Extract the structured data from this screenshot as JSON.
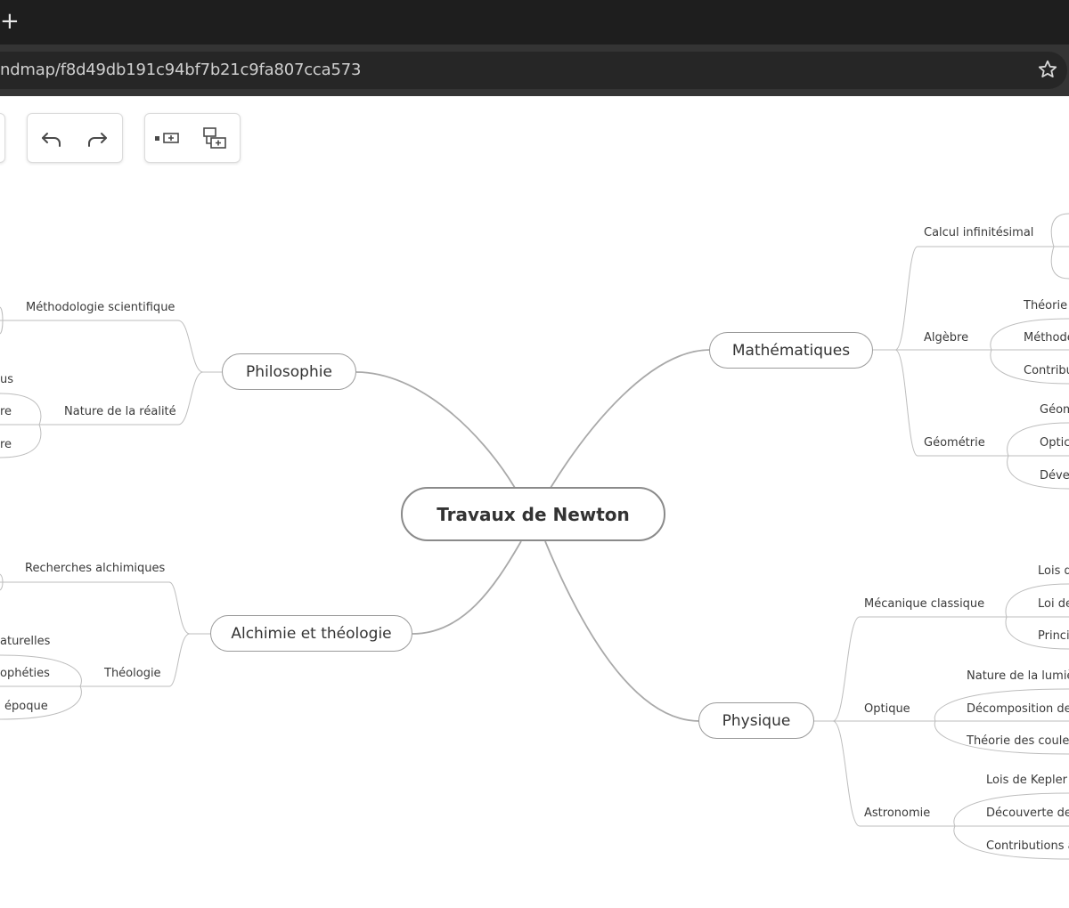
{
  "browser": {
    "new_tab_label": "+",
    "url": "ndmap/f8d49db191c94bf7b21c9fa807cca573",
    "bookmark_icon": "star-icon"
  },
  "toolbar": {
    "undo_icon": "undo-icon",
    "redo_icon": "redo-icon",
    "add_sibling_icon": "add-sibling-node-icon",
    "add_child_icon": "add-child-node-icon"
  },
  "mindmap": {
    "root": "Travaux de Newton",
    "philosophie": {
      "label": "Philosophie",
      "methodologie": "Méthodologie scientifique",
      "nature": "Nature de la réalité",
      "nature_children": [
        "us",
        "re",
        "re"
      ]
    },
    "alchimie": {
      "label": "Alchimie et théologie",
      "recherches": "Recherches alchimiques",
      "theologie": "Théologie",
      "theologie_children": [
        "aturelles",
        "ophéties",
        "époque"
      ]
    },
    "mathematiques": {
      "label": "Mathématiques",
      "calcul": "Calcul infinitésimal",
      "algebre": "Algèbre",
      "algebre_children": [
        "Théorie",
        "Méthode",
        "Contribu"
      ],
      "geometrie": "Géométrie",
      "geometrie_children": [
        "Géom",
        "Optic",
        "Dével"
      ]
    },
    "physique": {
      "label": "Physique",
      "mecanique": "Mécanique classique",
      "mecanique_children": [
        "Lois d",
        "Loi de",
        "Princi"
      ],
      "optique": "Optique",
      "optique_children": [
        "Nature de la lumiè",
        "Décomposition de",
        "Théorie des couleu"
      ],
      "astronomie": "Astronomie",
      "astronomie_children": [
        "Lois de Kepler",
        "Découverte de",
        "Contributions à"
      ]
    }
  }
}
